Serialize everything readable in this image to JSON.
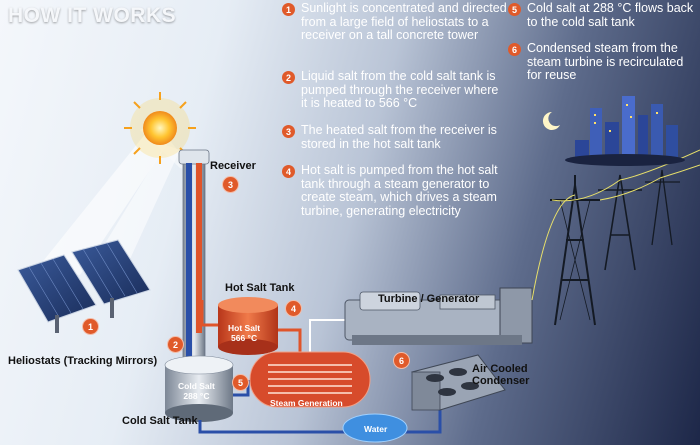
{
  "title": "HOW IT WORKS",
  "steps": [
    {
      "num": "1",
      "text": "Sunlight is concentrated and directed from a large field of heliostats to a receiver on a tall concrete tower"
    },
    {
      "num": "2",
      "text": "Liquid salt from the cold salt tank is pumped through the receiver where it is heated to 566 °C"
    },
    {
      "num": "3",
      "text": "The heated salt from the receiver is stored in the hot salt tank"
    },
    {
      "num": "4",
      "text": "Hot salt is pumped from the hot salt tank through a steam generator to create steam, which drives a steam turbine, generating electricity"
    },
    {
      "num": "5",
      "text": "Cold salt at 288 °C flows back to the cold salt tank"
    },
    {
      "num": "6",
      "text": "Condensed steam from the steam turbine is recirculated for reuse"
    }
  ],
  "labels": {
    "receiver": "Receiver",
    "hot_salt_tank": "Hot Salt Tank",
    "turbine_generator": "Turbine / Generator",
    "air_cooled_condenser": "Air Cooled\nCondenser",
    "heliostats": "Heliostats (Tracking Mirrors)",
    "cold_salt_tank": "Cold Salt Tank",
    "hot_salt_inner": "Hot Salt\n566 °C",
    "cold_salt_inner": "Cold Salt\n288 °C",
    "steam_generation": "Steam Generation",
    "water": "Water"
  },
  "badges": [
    "1",
    "2",
    "3",
    "4",
    "5",
    "6"
  ],
  "colors": {
    "accent": "#e05a2a",
    "hot": "#e0542a",
    "cold_pipe": "#2a4fa8"
  }
}
